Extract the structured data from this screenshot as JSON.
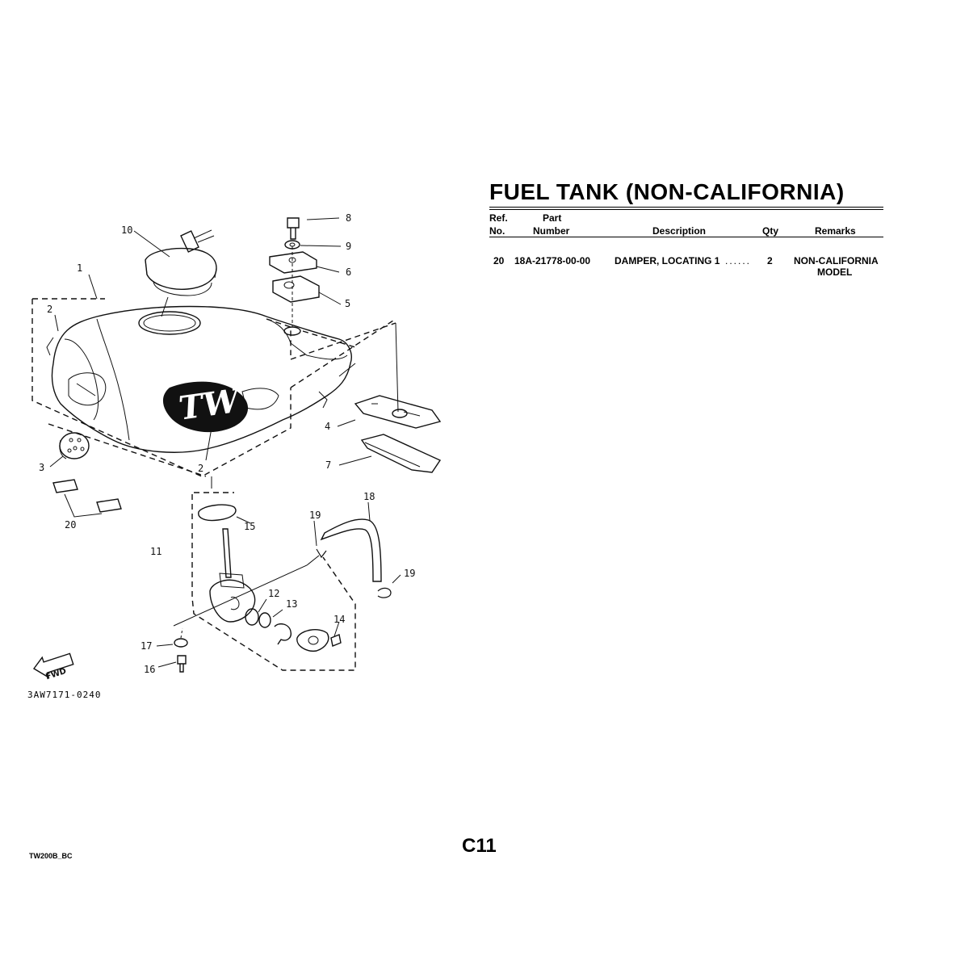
{
  "title": "FUEL TANK (NON-CALIFORNIA)",
  "columns": {
    "ref_line1": "Ref.",
    "ref_line2": "No.",
    "part_line1": "Part",
    "part_line2": "Number",
    "description": "Description",
    "qty": "Qty",
    "remarks": "Remarks"
  },
  "rows": [
    {
      "ref": "20",
      "part_number": "18A-21778-00-00",
      "description": "DAMPER, LOCATING 1",
      "leader": "......",
      "qty": "2",
      "remarks_line1": "NON-CALIFORNIA",
      "remarks_line2": "MODEL"
    }
  ],
  "diagram": {
    "code": "3AW7171-0240",
    "fwd_label": "FWD",
    "tank_logo": "TW",
    "callouts": [
      "1",
      "2",
      "2",
      "3",
      "4",
      "5",
      "6",
      "7",
      "8",
      "9",
      "10",
      "11",
      "12",
      "13",
      "14",
      "15",
      "16",
      "17",
      "18",
      "19",
      "19",
      "20"
    ]
  },
  "footer": {
    "model_code": "TW200B_BC",
    "page": "C11"
  }
}
